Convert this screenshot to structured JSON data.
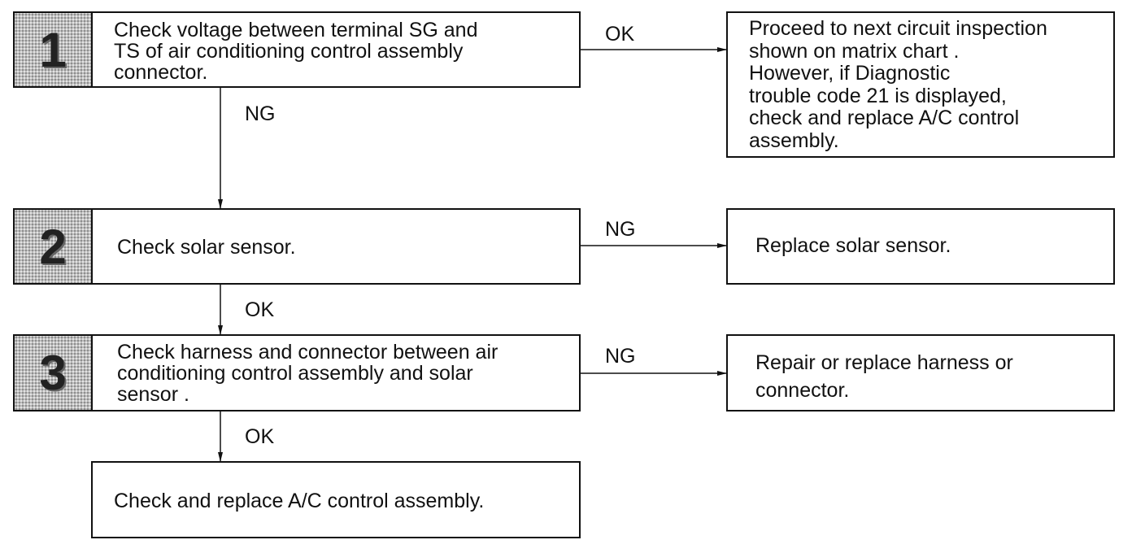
{
  "steps": [
    {
      "number": "1",
      "text": [
        "Check voltage between terminal SG and",
        "TS of air conditioning control assembly",
        "connector."
      ]
    },
    {
      "number": "2",
      "text": [
        "Check solar sensor."
      ]
    },
    {
      "number": "3",
      "text": [
        "Check harness and connector between air",
        "conditioning control assembly and solar",
        "sensor ."
      ]
    }
  ],
  "final_box": {
    "text": [
      "Check and replace A/C control assembly."
    ]
  },
  "results": [
    {
      "text": [
        "Proceed to next circuit inspection",
        "shown on matrix chart .",
        "However, if Diagnostic",
        "trouble code 21 is displayed,",
        "check and replace A/C control",
        "assembly."
      ]
    },
    {
      "text": [
        "Replace solar sensor."
      ]
    },
    {
      "text": [
        "Repair or replace harness or",
        "connector."
      ]
    }
  ],
  "labels": {
    "step1_right": "OK",
    "step1_down": "NG",
    "step2_right": "NG",
    "step2_down": "OK",
    "step3_right": "NG",
    "step3_down": "OK"
  }
}
